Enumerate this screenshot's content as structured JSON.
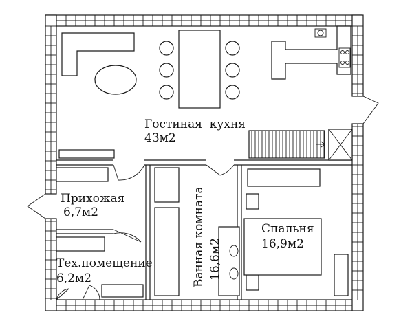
{
  "rooms": {
    "living_kitchen": {
      "name": "Гостиная  кухня",
      "area": "43м2"
    },
    "hallway": {
      "name": "Прихожая",
      "area": "6,7м2"
    },
    "utility": {
      "name": "Тех.помещение",
      "area": "6,2м2"
    },
    "bathroom": {
      "name": "Ванная комната",
      "area": "16,6м2"
    },
    "bedroom": {
      "name": "Спальня",
      "area": "16,9м2"
    }
  }
}
